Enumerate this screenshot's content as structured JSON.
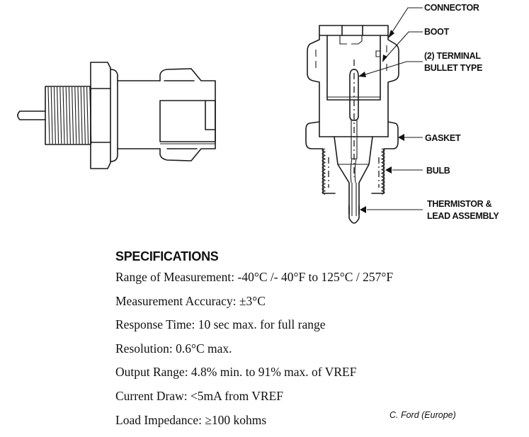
{
  "callouts": {
    "connector": "CONNECTOR",
    "boot": "BOOT",
    "terminal_line1": "(2) TERMINAL",
    "terminal_line2": "BULLET TYPE",
    "gasket": "GASKET",
    "bulb": "BULB",
    "thermistor_line1": "THERMISTOR &",
    "thermistor_line2": "LEAD ASSEMBLY"
  },
  "specifications": {
    "heading": "SPECIFICATIONS",
    "items": [
      "Range of Measurement: -40°C /- 40°F to 125°C / 257°F",
      "Measurement Accuracy: ±3°C",
      "Response Time: 10 sec max. for full range",
      "Resolution: 0.6°C max.",
      "Output Range: 4.8% min. to 91% max. of VREF",
      "Current Draw: <5mA from VREF",
      "Load Impedance: ≥100 kohms"
    ]
  },
  "credit": "C. Ford (Europe)"
}
